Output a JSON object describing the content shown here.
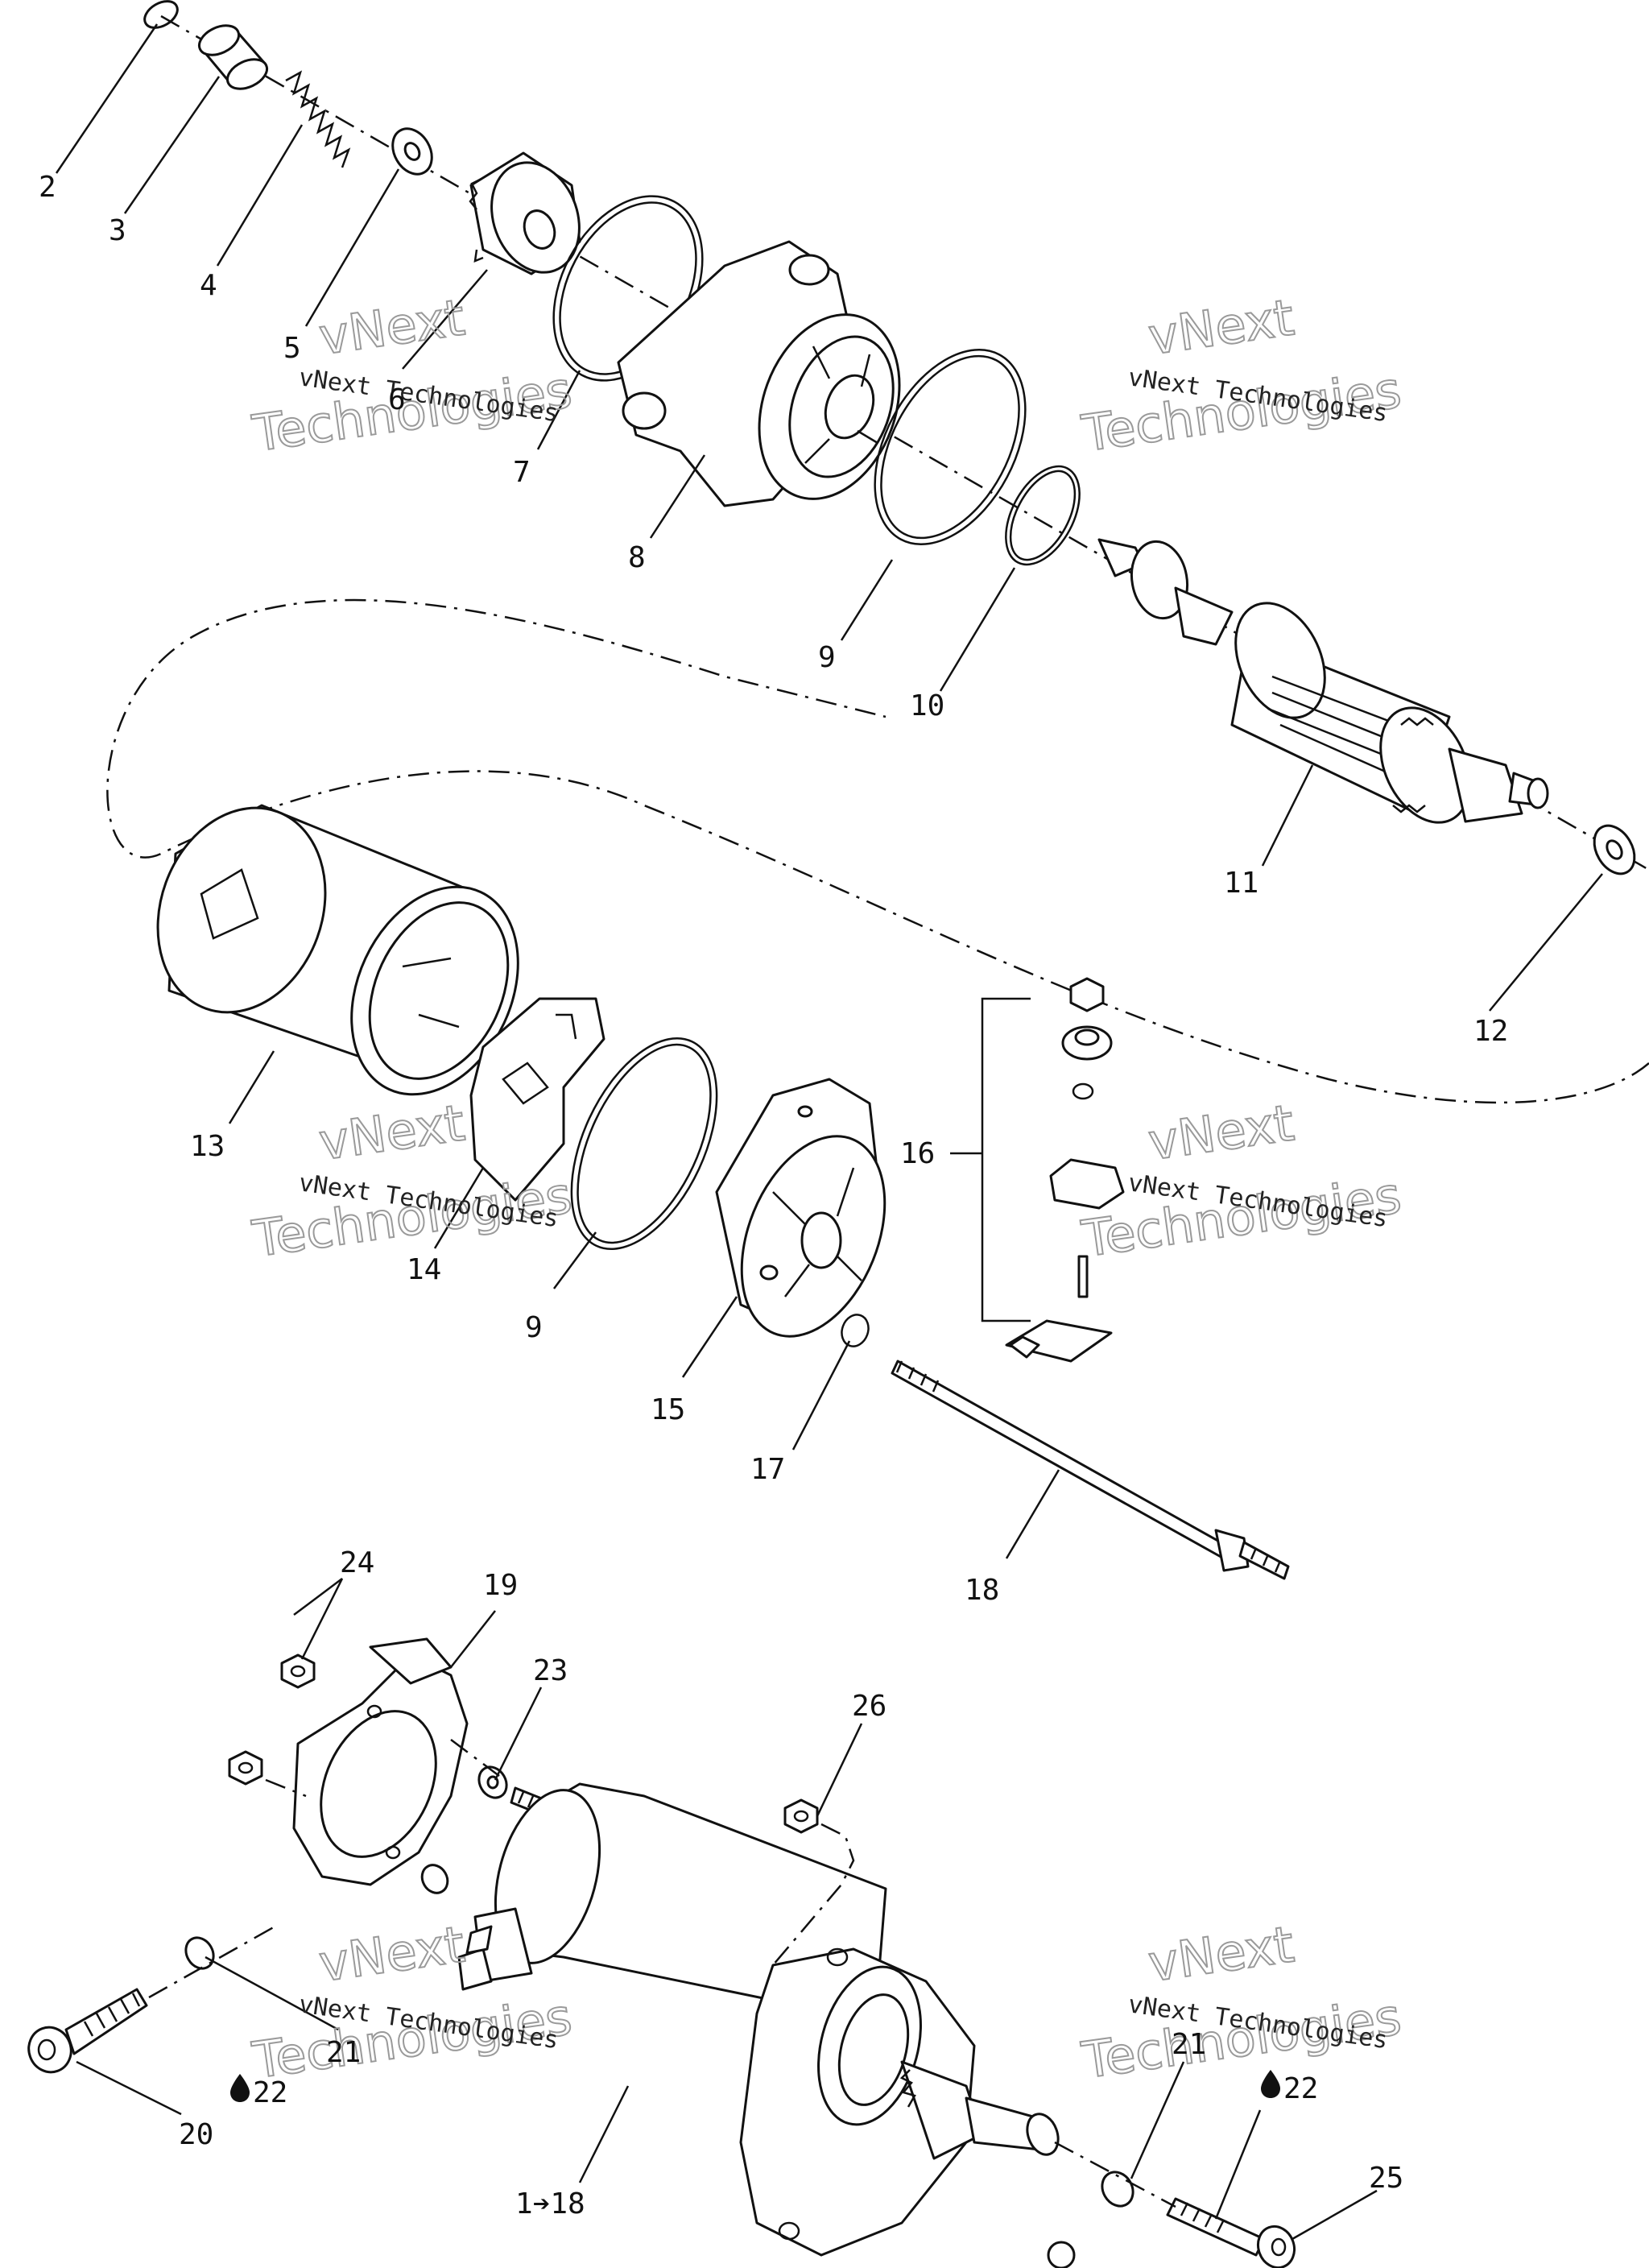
{
  "callouts": [
    {
      "id": "2",
      "text": "2"
    },
    {
      "id": "3",
      "text": "3"
    },
    {
      "id": "4",
      "text": "4"
    },
    {
      "id": "5",
      "text": "5"
    },
    {
      "id": "6",
      "text": "6"
    },
    {
      "id": "7",
      "text": "7"
    },
    {
      "id": "8",
      "text": "8"
    },
    {
      "id": "9a",
      "text": "9"
    },
    {
      "id": "10",
      "text": "10"
    },
    {
      "id": "11",
      "text": "11"
    },
    {
      "id": "12",
      "text": "12"
    },
    {
      "id": "13",
      "text": "13"
    },
    {
      "id": "14",
      "text": "14"
    },
    {
      "id": "9b",
      "text": "9"
    },
    {
      "id": "15",
      "text": "15"
    },
    {
      "id": "16",
      "text": "16"
    },
    {
      "id": "17",
      "text": "17"
    },
    {
      "id": "18",
      "text": "18"
    },
    {
      "id": "24",
      "text": "24"
    },
    {
      "id": "19",
      "text": "19"
    },
    {
      "id": "23",
      "text": "23"
    },
    {
      "id": "26",
      "text": "26"
    },
    {
      "id": "21a",
      "text": "21"
    },
    {
      "id": "22a",
      "text": "22"
    },
    {
      "id": "20",
      "text": "20"
    },
    {
      "id": "1to18",
      "text": "1➔18"
    },
    {
      "id": "21b",
      "text": "21"
    },
    {
      "id": "22b",
      "text": "22"
    },
    {
      "id": "25",
      "text": "25"
    }
  ],
  "watermark": {
    "line1": "vNext",
    "line2": "Technologies",
    "name": "vNext Technologies"
  },
  "icons": {
    "drop": "drop-icon",
    "arrow": "right-arrow-icon"
  }
}
